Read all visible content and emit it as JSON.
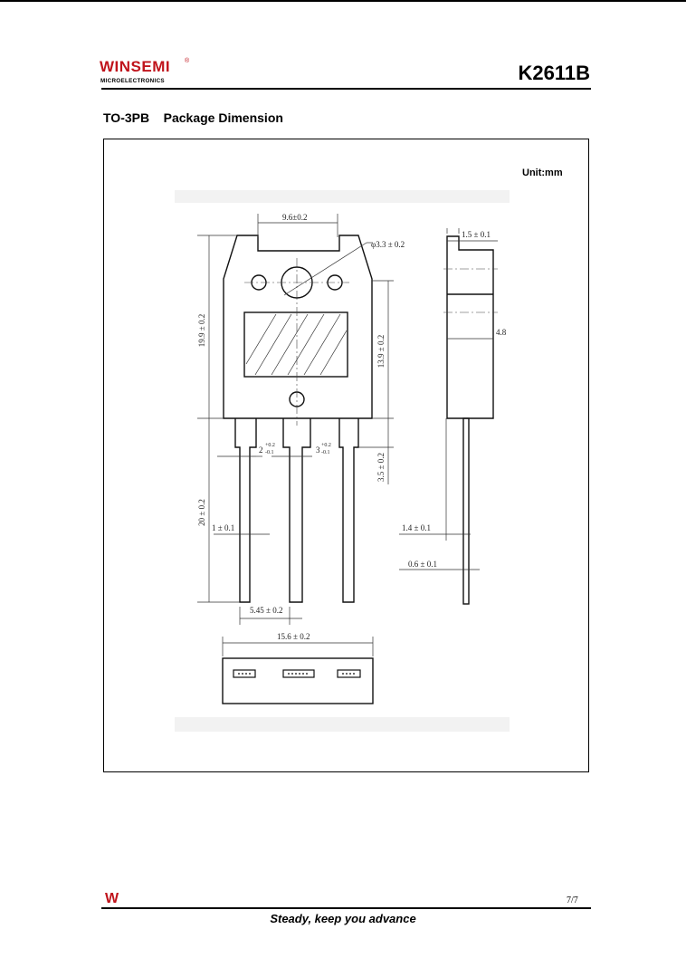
{
  "header": {
    "logo_name": "WINSEMI",
    "logo_reg": "®",
    "logo_sub": "MICROELECTRONICS",
    "part_number": "K2611B"
  },
  "section_title": "TO-3PB    Package Dimension",
  "unit_label": "Unit:mm",
  "dimensions": {
    "top_width": "9.6±0.2",
    "hole_diameter": "φ3.3 ± 0.2",
    "body_height": "19.9 ± 0.2",
    "window_height": "13.9 ± 0.2",
    "pin_width_left": "2",
    "pin_tol_left": "+0.2",
    "pin_tol_left2": "-0.1",
    "pin_width_mid": "3",
    "pin_tol_mid": "+0.2",
    "pin_tol_mid2": "-0.1",
    "shoulder_height": "3.5 ± 0.2",
    "lead_length": "20 ± 0.2",
    "lead_width": "1 ± 0.1",
    "pitch": "5.45 ± 0.2",
    "tab_thickness": "1.5 ± 0.1",
    "body_thickness": "4.8",
    "side_lead": "1.4 ± 0.1",
    "lead_thickness": "0.6 ± 0.1",
    "total_width": "15.6 ± 0.2"
  },
  "colors": {
    "brand": "#c0141c"
  },
  "footer": {
    "logo_mark": "W",
    "page": "7/7",
    "tagline": "Steady, keep you advance"
  }
}
